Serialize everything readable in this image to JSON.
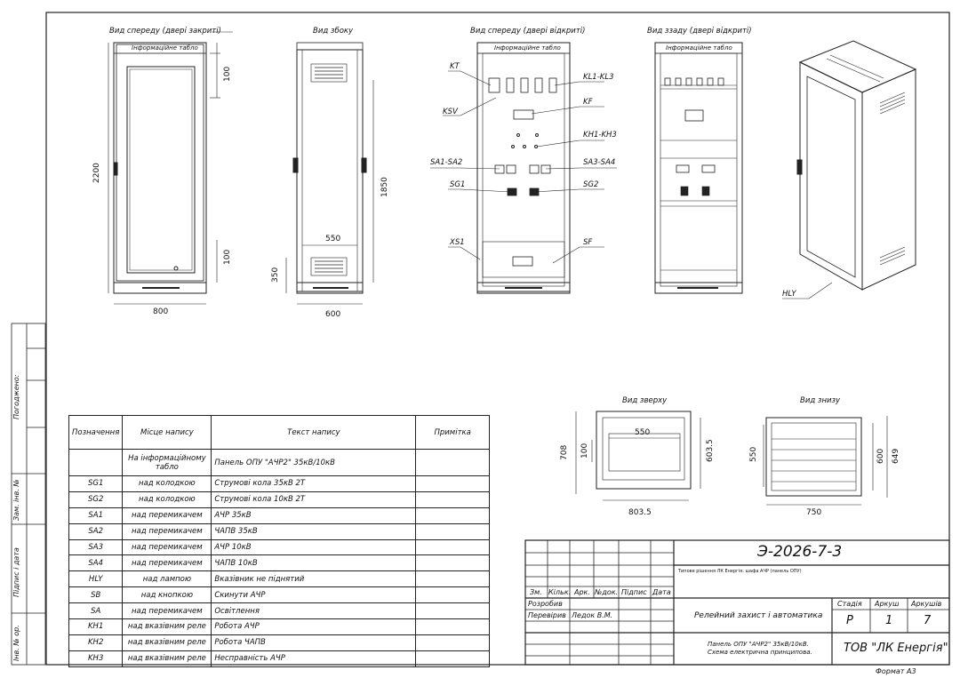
{
  "views": {
    "front_closed": "Вид спереду (двері закриті)",
    "side": "Вид збоку",
    "front_open": "Вид спереду (двері відкриті)",
    "rear_open": "Вид ззаду (двері відкриті)",
    "top": "Вид зверху",
    "bottom": "Вид знизу"
  },
  "info_board": "Інформаційне табло",
  "dimensions": {
    "height_2200": "2200",
    "top_100": "100",
    "bottom_100": "100",
    "width_800": "800",
    "side_1850": "1850",
    "side_550": "550",
    "side_350": "350",
    "side_600": "600",
    "top_708": "708",
    "top_550": "550",
    "top_6035": "603.5",
    "top_8035": "803.5",
    "bot_550": "550",
    "bot_600": "600",
    "bot_649": "649",
    "bot_750": "750"
  },
  "callouts": {
    "kt": "KT",
    "ksv": "KSV",
    "kl": "KL1-KL3",
    "kf": "KF",
    "kh": "KH1-KH3",
    "sa12": "SA1-SA2",
    "sa34": "SA3-SA4",
    "sg1": "SG1",
    "sg2": "SG2",
    "xs1": "XS1",
    "sf": "SF",
    "hly": "HLY"
  },
  "legend": {
    "headers": [
      "Позначення",
      "Місце напису",
      "Текст напису",
      "Примітка"
    ],
    "rows": [
      [
        "",
        "На інформаційному табло",
        "Панель ОПУ \"АЧР2\" 35кВ/10кВ",
        ""
      ],
      [
        "SG1",
        "над колодкою",
        "Струмові кола 35кВ 2Т",
        ""
      ],
      [
        "SG2",
        "над колодкою",
        "Струмові кола 10кВ 2Т",
        ""
      ],
      [
        "SA1",
        "над перемикачем",
        "АЧР 35кВ",
        ""
      ],
      [
        "SA2",
        "над перемикачем",
        "ЧАПВ 35кВ",
        ""
      ],
      [
        "SA3",
        "над перемикачем",
        "АЧР 10кВ",
        ""
      ],
      [
        "SA4",
        "над перемикачем",
        "ЧАПВ 10кВ",
        ""
      ],
      [
        "HLY",
        "над лампою",
        "Вказівник не піднятий",
        ""
      ],
      [
        "SB",
        "над кнопкою",
        "Скинути АЧР",
        ""
      ],
      [
        "SA",
        "над перемикачем",
        "Освітлення",
        ""
      ],
      [
        "KH1",
        "над вказівним реле",
        "Робота АЧР",
        ""
      ],
      [
        "KH2",
        "над вказівним реле",
        "Робота ЧАПВ",
        ""
      ],
      [
        "KH3",
        "над вказівним реле",
        "Несправність АЧР",
        ""
      ]
    ]
  },
  "side_band": {
    "agreed": "Погоджено:",
    "replaced": "Зам. інв. №",
    "signature_date": "Підпис і дата",
    "inv_no": "Інв. № ор."
  },
  "title_block": {
    "doc_code": "Э-2026-7-3",
    "subtitle": "Типове рішення ЛК Енергія: шафа АЧР (панель ОПУ)",
    "col_headers": [
      "Зм.",
      "Кільк.",
      "Арк.",
      "№док.",
      "Підпис",
      "Дата"
    ],
    "developed": "Розробив",
    "checked": "Перевірив",
    "checker_name": "Ледок В.М.",
    "section": "Релейний захист і автоматика",
    "stage_label": "Стадія",
    "sheet_label": "Аркуш",
    "sheets_label": "Аркушів",
    "stage": "Р",
    "sheet": "1",
    "sheets": "7",
    "doc_title_1": "Панель ОПУ \"АЧР2\" 35кВ/10кВ.",
    "doc_title_2": "Схема електрична принципова.",
    "company": "ТОВ \"ЛК Енергія\"",
    "format": "Формат А3"
  }
}
